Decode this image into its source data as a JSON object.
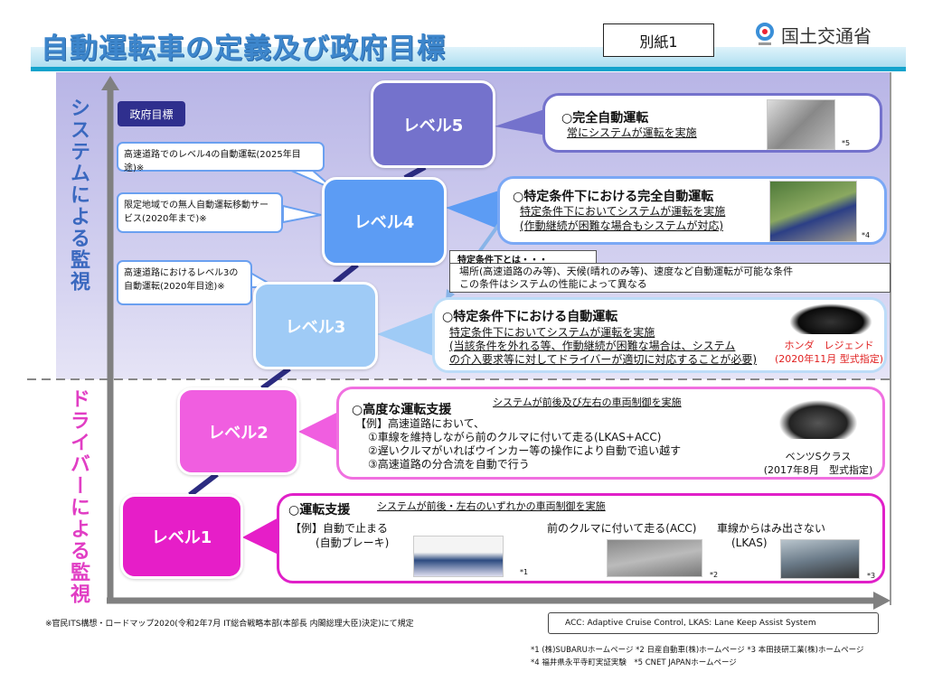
{
  "header": {
    "title": "自動運転車の定義及び政府目標",
    "attachment_label": "別紙1",
    "ministry_name": "国土交通省"
  },
  "axis_labels": {
    "system": "システムによる監視",
    "driver": "ドライバーによる監視"
  },
  "gov_goals": {
    "label": "政府目標",
    "items": [
      "高速道路でのレベル4の自動運転(2025年目途)※",
      "限定地域での無人自動運転移動サービス(2020年まで)※",
      "高速道路におけるレベル3の自動運転(2020年目途)※"
    ]
  },
  "levels": [
    {
      "name": "レベル5",
      "heading": "○完全自動運転",
      "lines": [
        "常にシステムが運転を実施"
      ],
      "ref": "*5",
      "color": "#7472cc"
    },
    {
      "name": "レベル4",
      "heading": "○特定条件下における完全自動運転",
      "lines": [
        "特定条件下においてシステムが運転を実施",
        "(作動継続が困難な場合もシステムが対応)"
      ],
      "ref": "*4",
      "color": "#5c9cf4"
    },
    {
      "name": "レベル3",
      "heading": "○特定条件下における自動運転",
      "lines": [
        "特定条件下においてシステムが運転を実施",
        "(当該条件を外れる等、作動継続が困難な場合は、システム",
        "の介入要求等に対してドライバーが適切に対応することが必要)"
      ],
      "car": "ホンダ　レジェンド",
      "car_note": "(2020年11月 型式指定)",
      "color": "#9fcbf6"
    },
    {
      "name": "レベル2",
      "heading": "○高度な運転支援",
      "summary": "システムが前後及び左右の車両制御を実施",
      "lines": [
        "【例】高速道路において、",
        "①車線を維持しながら前のクルマに付いて走る(LKAS+ACC)",
        "②遅いクルマがいればウインカー等の操作により自動で追い越す",
        "③高速道路の分合流を自動で行う"
      ],
      "car": "ベンツSクラス",
      "car_note": "(2017年8月　型式指定)",
      "color": "#f05ee0"
    },
    {
      "name": "レベル1",
      "heading": "○運転支援",
      "summary": "システムが前後・左右のいずれかの車両制御を実施",
      "examples": [
        {
          "title": "【例】自動で止まる",
          "sub": "(自動ブレーキ)",
          "ref": "*1"
        },
        {
          "title": "前のクルマに付いて走る(ACC)",
          "sub": "",
          "ref": "*2"
        },
        {
          "title": "車線からはみ出さない",
          "sub": "(LKAS)",
          "ref": "*3"
        }
      ],
      "color": "#e61ec8"
    }
  ],
  "condition_note": {
    "title": "特定条件下とは・・・",
    "lines": [
      "場所(高速道路のみ等)、天候(晴れのみ等)、速度など自動運転が可能な条件",
      "この条件はシステムの性能によって異なる"
    ]
  },
  "footer": {
    "note": "※官民ITS構想・ロードマップ2020(令和2年7月 IT総合戦略本部(本部長 内閣総理大臣)決定)にて規定",
    "abbrev": "ACC: Adaptive Cruise Control,  LKAS: Lane Keep Assist System",
    "credits": [
      "*1 (株)SUBARUホームページ  *2 日産自動車(株)ホームページ  *3 本田技研工業(株)ホームページ",
      "*4 福井県永平寺町実証実験　*5 CNET JAPANホームページ"
    ]
  }
}
